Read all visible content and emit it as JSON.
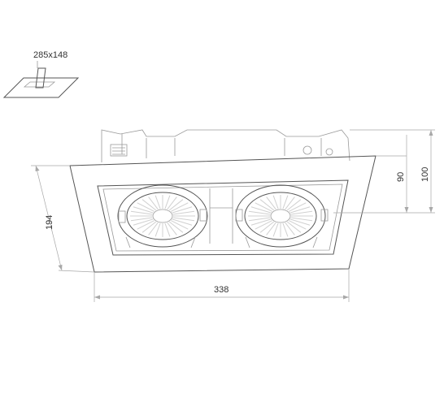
{
  "cutout": {
    "label": "285x148"
  },
  "dimensions": {
    "width": "338",
    "height": "194",
    "depth_total": "100",
    "depth_visible": "90"
  },
  "colors": {
    "line": "#555555",
    "dimension": "#a8a8a8",
    "fin": "#d0d0d0"
  }
}
